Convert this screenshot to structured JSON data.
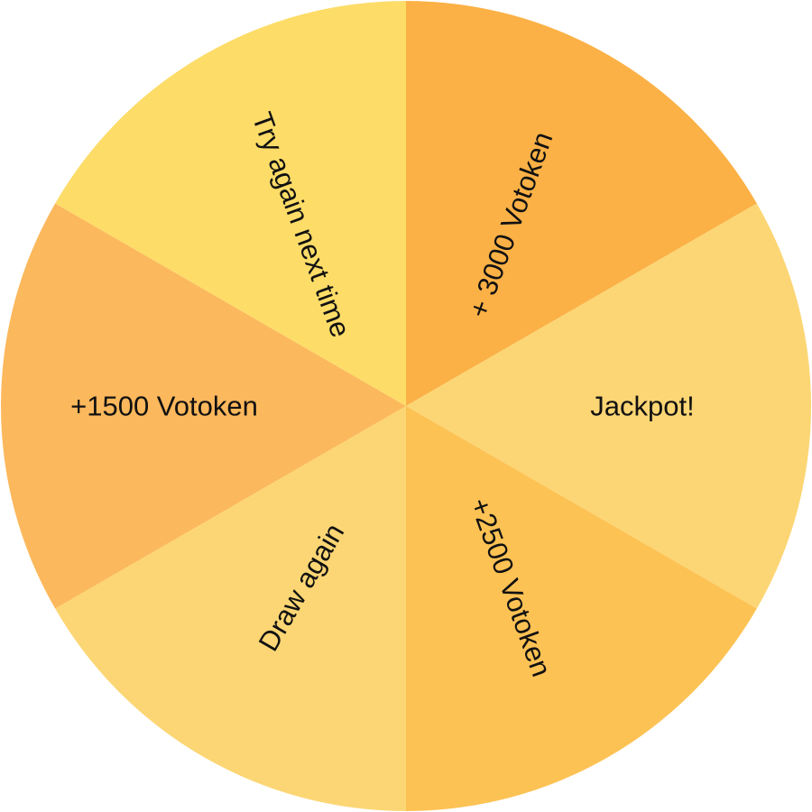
{
  "wheel": {
    "segments": [
      {
        "label": "+ 3000 Votoken",
        "color": "#FBB146"
      },
      {
        "label": "Jackpot!",
        "color": "#FCD674"
      },
      {
        "label": "+2500 Votoken",
        "color": "#FDC254"
      },
      {
        "label": "Draw again",
        "color": "#FCD674"
      },
      {
        "label": "+1500 Votoken",
        "color": "#FCB85C"
      },
      {
        "label": "Try again next time",
        "color": "#FDDC68"
      }
    ]
  }
}
